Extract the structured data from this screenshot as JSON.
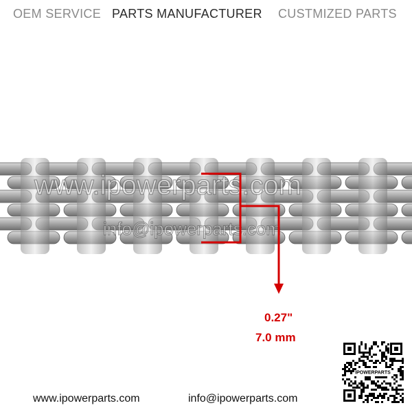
{
  "header": {
    "oem_service": "OEM SERVICE",
    "parts_manufacturer": "PARTS MANUFACTURER",
    "customized_parts": "CUSTMIZED PARTS"
  },
  "watermarks": {
    "website": "www.ipowerparts.com",
    "email": "info@ipowerparts.com"
  },
  "measurement": {
    "inches": "0.27\"",
    "millimeters": "7.0 mm",
    "color": "#d40000"
  },
  "qr_code": {
    "caption": "IPOWERPARTS"
  },
  "footer": {
    "website": "www.ipowerparts.com",
    "email": "info@ipowerparts.com"
  }
}
